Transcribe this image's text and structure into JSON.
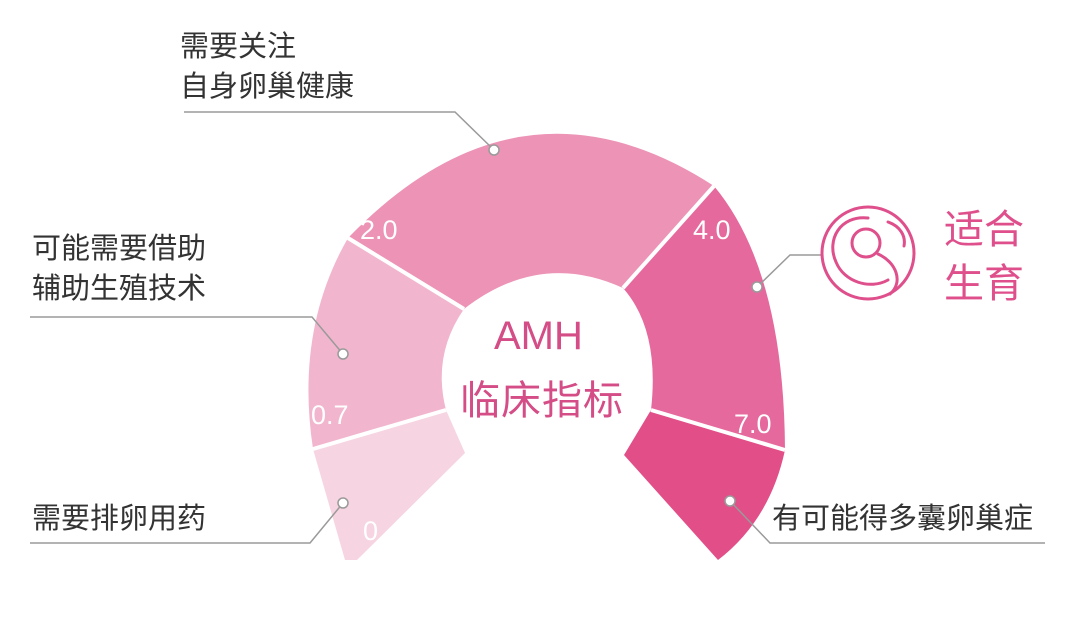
{
  "center": {
    "title": "AMH",
    "subtitle": "临床指标"
  },
  "ticks": {
    "t0": "0",
    "t07": "0.7",
    "t20": "2.0",
    "t40": "4.0",
    "t70": "7.0"
  },
  "labels": {
    "ovulation_drug": "需要排卵用药",
    "assisted_line1": "可能需要借助",
    "assisted_line2": "辅助生殖技术",
    "attention_line1": "需要关注",
    "attention_line2": "自身卵巢健康",
    "suitable_line1": "适合",
    "suitable_line2": "生育",
    "pcos": "有可能得多囊卵巢症"
  },
  "colors": {
    "seg_0": "#f6d4e1",
    "seg_1": "#f2b5ce",
    "seg_2": "#ec93b6",
    "seg_3": "#e6699d",
    "seg_4": "#e14e88",
    "accent": "#de4f8b",
    "line": "#9a9a9a"
  },
  "icons": {
    "fetus": "fetus-icon"
  }
}
